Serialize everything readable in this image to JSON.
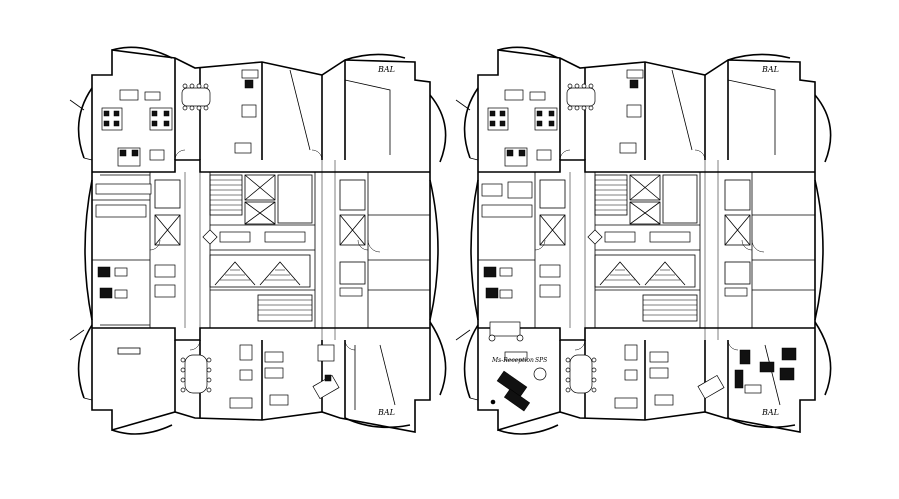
{
  "drawing": {
    "labels": {
      "balcony_1": "BAL",
      "balcony_2": "BAL",
      "balcony_3": "BAL",
      "balcony_4": "BAL",
      "note_1": "Ms-Reception",
      "note_2": "SPS"
    }
  }
}
